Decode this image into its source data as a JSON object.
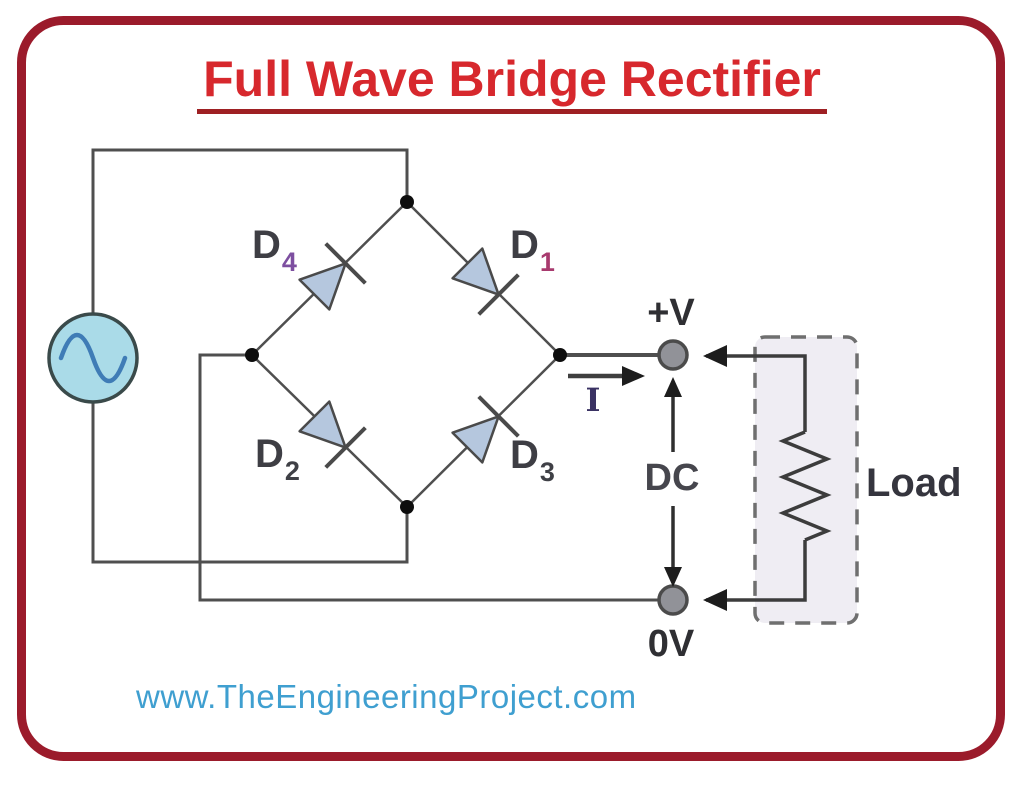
{
  "title": {
    "text": "Full Wave Bridge Rectifier",
    "color": "#d7282d",
    "underline_color": "#9e2023"
  },
  "watermark": {
    "text": "www.TheEngineeringProject.com",
    "color": "#3f9fd0"
  },
  "frame": {
    "border_color": "#9b1b2b",
    "background": "#ffffff"
  },
  "circuit": {
    "wire_color": "#4f4f4f",
    "node_color": "#0d0d0d",
    "diode_fill": "#b5c7de",
    "diode_stroke": "#4a4a4a",
    "source": {
      "fill": "#aadbe8",
      "stroke": "#3a4a4a",
      "wave_color": "#3f7cb6"
    },
    "terminal": {
      "fill": "#919298",
      "stroke": "#4b4b4b"
    },
    "load_box": {
      "fill": "#efedf3",
      "stroke": "#6f6f6f"
    },
    "diodes": [
      {
        "name": "D1",
        "base": "D",
        "sub": "1",
        "sub_color": "#a83a6e"
      },
      {
        "name": "D2",
        "base": "D",
        "sub": "2",
        "sub_color": "#3f4046"
      },
      {
        "name": "D3",
        "base": "D",
        "sub": "3",
        "sub_color": "#3f4046"
      },
      {
        "name": "D4",
        "base": "D",
        "sub": "4",
        "sub_color": "#7d4fa0"
      }
    ],
    "labels": {
      "plus_terminal": "+V",
      "zero_terminal": "0V",
      "dc": "DC",
      "current": "I",
      "load": "Load"
    }
  }
}
